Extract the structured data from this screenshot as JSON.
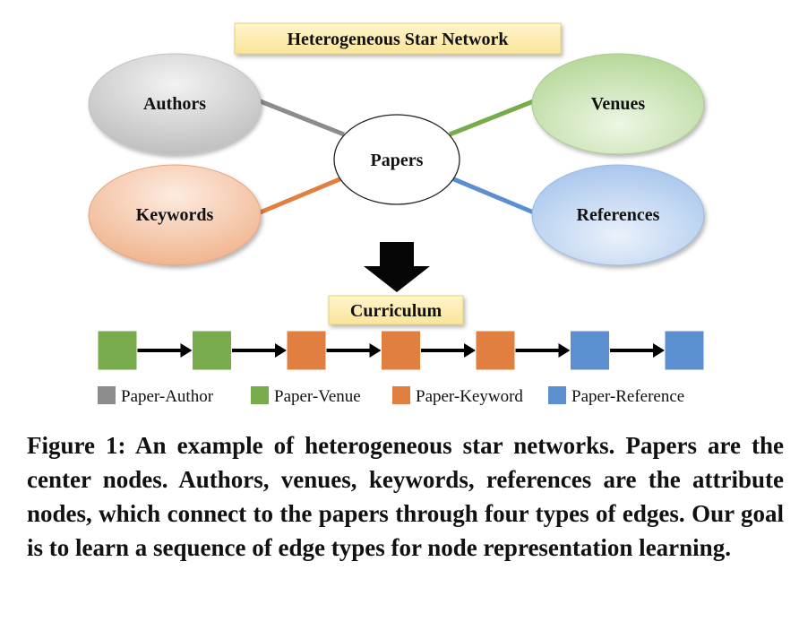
{
  "diagram": {
    "title": "Heterogeneous Star Network",
    "center_node": "Papers",
    "nodes": {
      "authors": "Authors",
      "venues": "Venues",
      "keywords": "Keywords",
      "references": "References"
    },
    "curriculum_label": "Curriculum",
    "sequence": [
      "venue",
      "venue",
      "keyword",
      "keyword",
      "keyword",
      "reference",
      "reference"
    ],
    "legend": [
      {
        "type": "author",
        "label": "Paper-Author"
      },
      {
        "type": "venue",
        "label": "Paper-Venue"
      },
      {
        "type": "keyword",
        "label": "Paper-Keyword"
      },
      {
        "type": "reference",
        "label": "Paper-Reference"
      }
    ],
    "colors": {
      "author": "#8c8c8c",
      "venue": "#77ab4b",
      "keyword": "#e07f3f",
      "reference": "#5b8fd0",
      "title_box": "#fdefb5"
    }
  },
  "caption": "Figure 1: An example of heterogeneous star networks. Papers are the center nodes. Authors, venues, keywords, references are the attribute nodes, which connect to the papers through four types of edges. Our goal is to learn a sequence of edge types for node representation learning."
}
